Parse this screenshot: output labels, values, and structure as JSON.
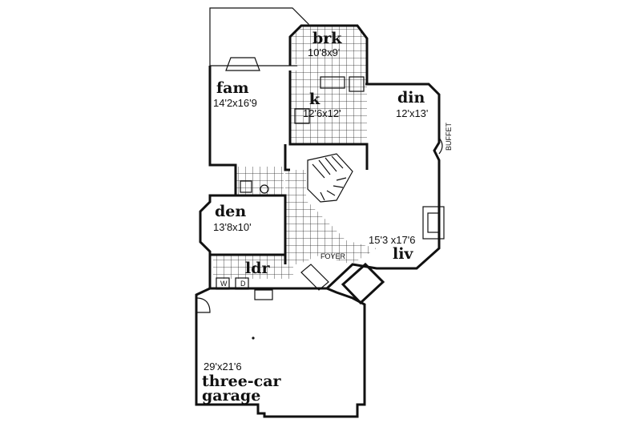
{
  "rooms": {
    "brk": {
      "name": "brk",
      "dims": "10'8x9'"
    },
    "fam": {
      "name": "fam",
      "dims": "14'2x16'9"
    },
    "k": {
      "name": "k",
      "dims": "12'6x12'"
    },
    "din": {
      "name": "din",
      "dims": "12'x13'"
    },
    "den": {
      "name": "den",
      "dims": "13'8x10'"
    },
    "liv": {
      "name": "liv",
      "dims": "15'3 x17'6"
    },
    "ldr": {
      "name": "ldr"
    },
    "garage": {
      "dims": "29'x21'6",
      "name_line1": "three-car",
      "name_line2": "garage"
    }
  },
  "labels": {
    "foyer": "FOYER",
    "buffet": "BUFFET",
    "washer": "W",
    "dryer": "D"
  }
}
